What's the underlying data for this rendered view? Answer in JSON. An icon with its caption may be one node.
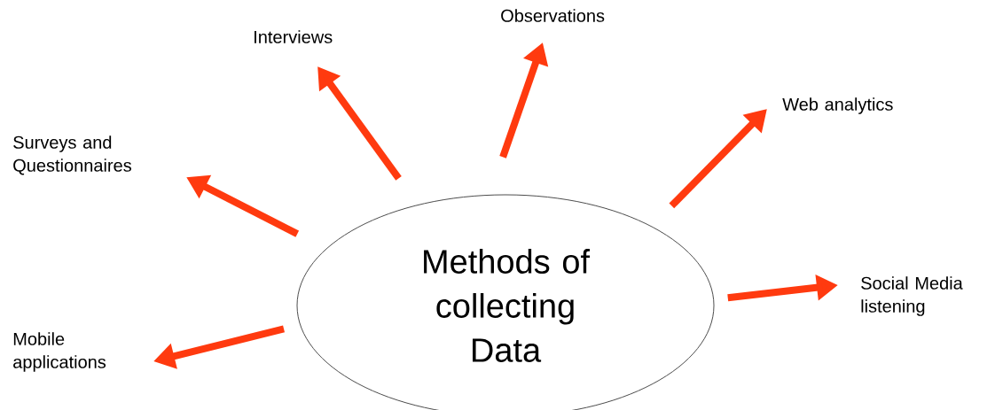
{
  "diagram": {
    "nodes": [
      {
        "text": [
          "Methods of collecting Data"
        ]
      },
      {
        "text": [
          "Observations"
        ]
      },
      {
        "text": [
          "Interviews"
        ]
      },
      {
        "text": [
          "Web analytics"
        ]
      },
      {
        "text": [
          "Surveys and Questionnaires"
        ]
      },
      {
        "text": [
          "Social Media listening"
        ]
      },
      {
        "text": [
          "Mobile applications"
        ]
      }
    ],
    "edges": [
      {
        "from": 0,
        "to": 1,
        "arrow": "to"
      },
      {
        "from": 0,
        "to": 2,
        "arrow": "to"
      },
      {
        "from": 0,
        "to": 3,
        "arrow": "to"
      },
      {
        "from": 0,
        "to": 4,
        "arrow": "to"
      },
      {
        "from": 0,
        "to": 5,
        "arrow": "to"
      },
      {
        "from": 0,
        "to": 6,
        "arrow": "to"
      }
    ]
  }
}
